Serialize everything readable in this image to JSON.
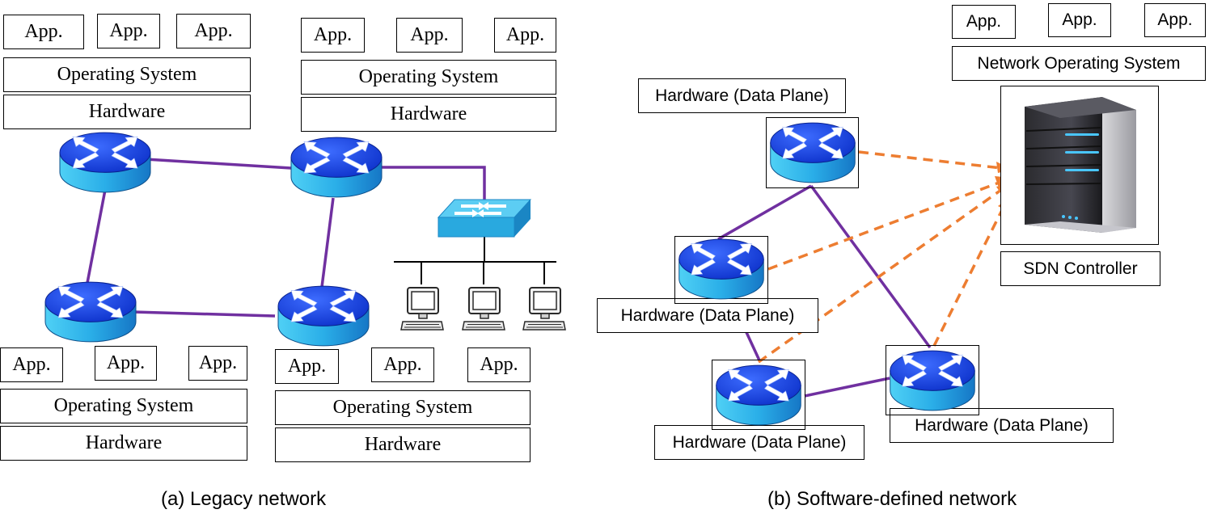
{
  "legacy": {
    "caption": "(a) Legacy network",
    "stacks": [
      {
        "apps": [
          "App.",
          "App.",
          "App."
        ],
        "os": "Operating System",
        "hw": "Hardware"
      },
      {
        "apps": [
          "App.",
          "App.",
          "App."
        ],
        "os": "Operating System",
        "hw": "Hardware"
      },
      {
        "apps": [
          "App.",
          "App.",
          "App."
        ],
        "os": "Operating System",
        "hw": "Hardware"
      },
      {
        "apps": [
          "App.",
          "App.",
          "App."
        ],
        "os": "Operating System",
        "hw": "Hardware"
      }
    ]
  },
  "sdn": {
    "caption": "(b) Software-defined network",
    "apps": [
      "App.",
      "App.",
      "App."
    ],
    "nos": "Network Operating System",
    "controller_label": "SDN Controller",
    "data_planes": [
      "Hardware (Data Plane)",
      "Hardware (Data Plane)",
      "Hardware (Data Plane)",
      "Hardware (Data Plane)"
    ]
  },
  "colors": {
    "link": "#7030a0",
    "control_link": "#ed7d31",
    "router_top": "#1f4fe0",
    "router_side": "#2aaee8",
    "switch": "#29a9df"
  }
}
